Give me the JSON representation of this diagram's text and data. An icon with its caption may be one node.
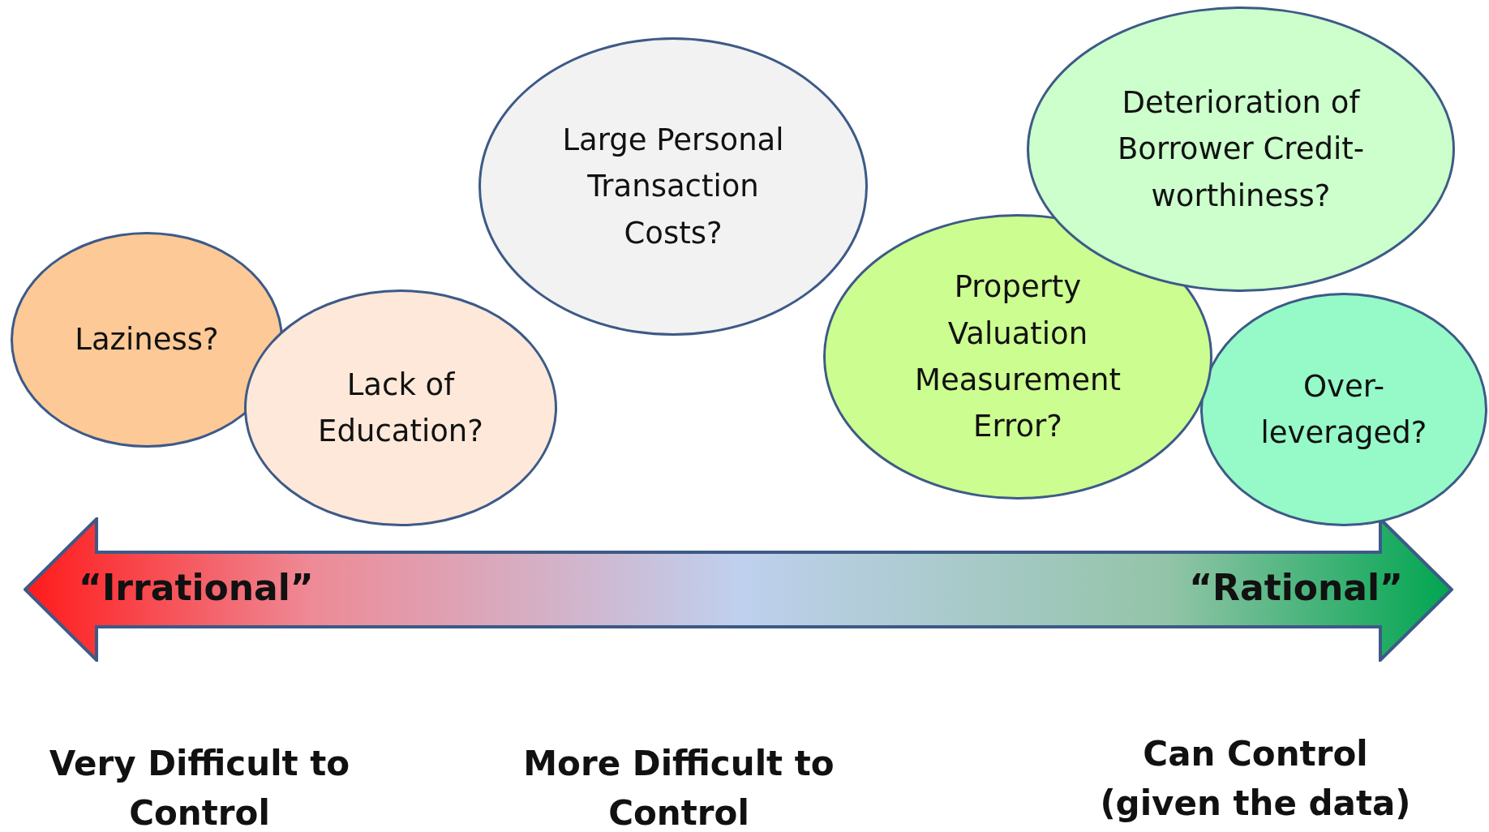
{
  "diagram": {
    "nodes": [
      {
        "text": [
          "Laziness?"
        ]
      },
      {
        "text": [
          "Lack of Education?"
        ]
      },
      {
        "text": [
          "Large Personal Transaction Costs?"
        ]
      },
      {
        "text": [
          "Property Valuation Measurement Error?"
        ]
      },
      {
        "text": [
          "Deterioration of Borrower Credit-worthiness?"
        ]
      },
      {
        "text": [
          "Over-leveraged?"
        ]
      },
      {
        "text": [
          "“Irrational”",
          "“Rational”"
        ]
      }
    ],
    "edges": [],
    "labels": [
      "Very Difficult to Control",
      "More Difficult to Control",
      "Can Control (given the data)"
    ]
  }
}
